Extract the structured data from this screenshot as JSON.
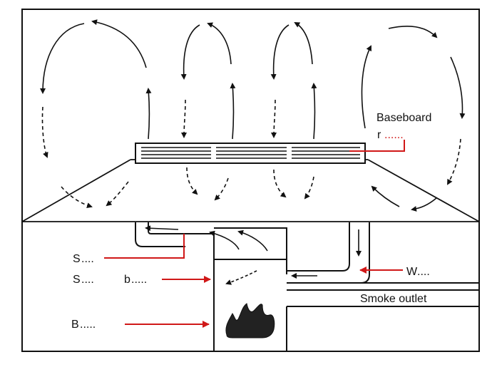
{
  "labels": {
    "baseboard": "Baseboard",
    "baseboard_r": "r",
    "baseboard_r_dots": "......",
    "s1": "S",
    "s1_dots": "....",
    "s2": "S",
    "s2_dots": "....",
    "b_small": "b",
    "b_small_dots": ".....",
    "w": "W",
    "w_dots": "....",
    "b_big": "B",
    "b_big_dots": ".....",
    "smoke_outlet": "Smoke outlet"
  },
  "colors": {
    "ink": "#111111",
    "leader": "#d01818",
    "flame": "#222222",
    "background": "#ffffff"
  }
}
